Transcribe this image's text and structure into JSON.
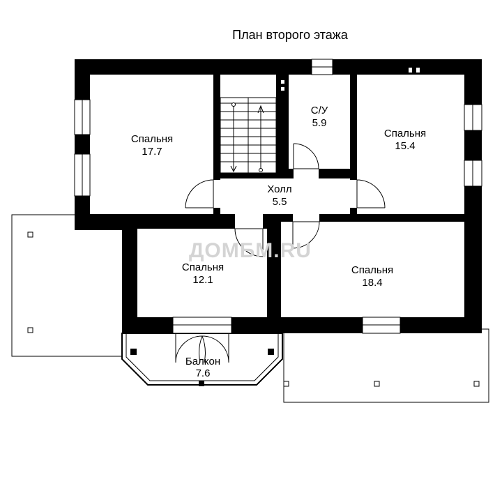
{
  "title": "План второго этажа",
  "watermark": "ДОМБМ.RU",
  "rooms": [
    {
      "id": "bedroom-1",
      "name": "Спальня",
      "area": "17.7"
    },
    {
      "id": "bathroom",
      "name": "С/У",
      "area": "5.9"
    },
    {
      "id": "bedroom-2",
      "name": "Спальня",
      "area": "15.4"
    },
    {
      "id": "hall",
      "name": "Холл",
      "area": "5.5"
    },
    {
      "id": "bedroom-3",
      "name": "Спальня",
      "area": "12.1"
    },
    {
      "id": "bedroom-4",
      "name": "Спальня",
      "area": "18.4"
    },
    {
      "id": "balcony",
      "name": "Балкон",
      "area": "7.6"
    }
  ]
}
